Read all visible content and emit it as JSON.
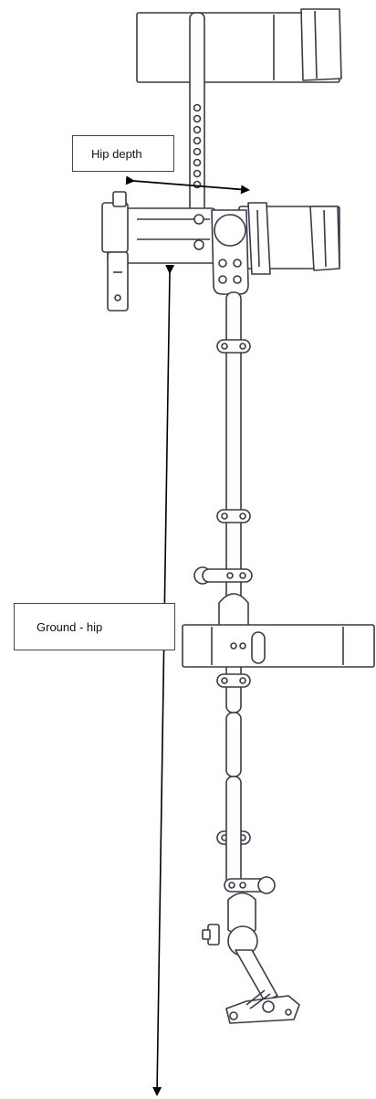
{
  "labels": {
    "hip_depth": "Hip depth",
    "ground_hip": "Ground - hip"
  },
  "colors": {
    "line": "#3a3a48",
    "fill": "#ffffff",
    "arrow": "#000000"
  },
  "icons": {
    "device": "leg-orthosis-drawing",
    "arrows": "double-headed-arrow"
  }
}
